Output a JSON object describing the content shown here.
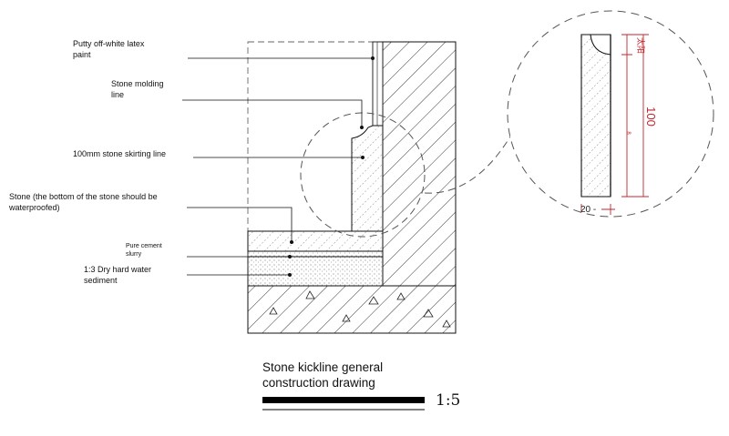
{
  "labels": {
    "putty": "Putty off-white latex\npaint",
    "molding": "Stone molding\nline",
    "skirting": "100mm stone skirting line",
    "stone": "Stone (the bottom of the stone should be\nwaterproofed)",
    "slurry": "Pure cement\nslurry",
    "sediment": "1:3 Dry hard water\nsediment"
  },
  "detail": {
    "height_dim": "100",
    "width_dim": "20",
    "side_note": "太阳",
    "mid_mark": "8"
  },
  "title": {
    "text": "Stone kickline general\nconstruction drawing",
    "scale": "1:5"
  },
  "colors": {
    "line": "#111111",
    "dimension": "#c0262d",
    "dash": "#555555"
  }
}
